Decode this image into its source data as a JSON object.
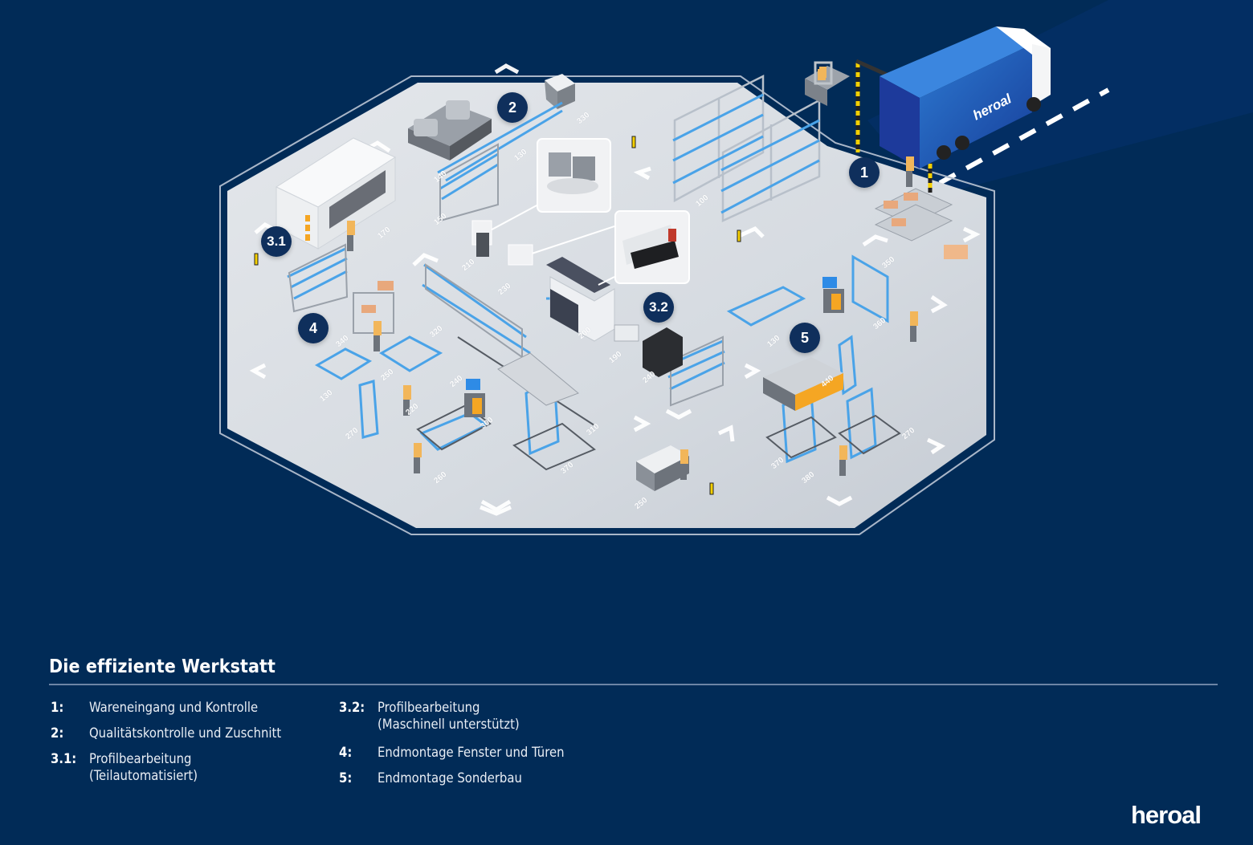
{
  "legend": {
    "title": "Die effiziente Werkstatt",
    "items": [
      {
        "num": "1:",
        "text": "Wareneingang und Kontrolle"
      },
      {
        "num": "2:",
        "text": "Qualitätskontrolle und Zuschnitt"
      },
      {
        "num": "3.1:",
        "text": "Profilbearbeitung\n(Teilautomatisiert)"
      },
      {
        "num": "3.2:",
        "text": "Profilbearbeitung\n(Maschinell unterstützt)"
      },
      {
        "num": "4:",
        "text": "Endmontage Fenster und Türen"
      },
      {
        "num": "5:",
        "text": "Endmontage Sonderbau"
      }
    ]
  },
  "markers": [
    {
      "label": "1",
      "station": "Wareneingang und Kontrolle"
    },
    {
      "label": "2",
      "station": "Qualitätskontrolle und Zuschnitt"
    },
    {
      "label": "3.1",
      "station": "Profilbearbeitung (Teilautomatisiert)"
    },
    {
      "label": "3.2",
      "station": "Profilbearbeitung (Maschinell unterstützt)"
    },
    {
      "label": "4",
      "station": "Endmontage Fenster und Türen"
    },
    {
      "label": "5",
      "station": "Endmontage Sonderbau"
    }
  ],
  "floor_labels": [
    "330",
    "130",
    "140",
    "150",
    "170",
    "100",
    "210",
    "230",
    "350",
    "320",
    "340",
    "250",
    "130",
    "270",
    "220",
    "240",
    "260",
    "300",
    "310",
    "370",
    "200",
    "190",
    "240",
    "130",
    "360",
    "440",
    "270",
    "370",
    "380",
    "250"
  ],
  "truck_brand": "heroal",
  "brand": "heroal",
  "colors": {
    "background": "#012b57",
    "floor": "#d6dbe1",
    "marker": "#0f2f5c",
    "accent_profile": "#4aa3e8",
    "worker": "#f2b65a",
    "truck": "#1f5fb8"
  }
}
